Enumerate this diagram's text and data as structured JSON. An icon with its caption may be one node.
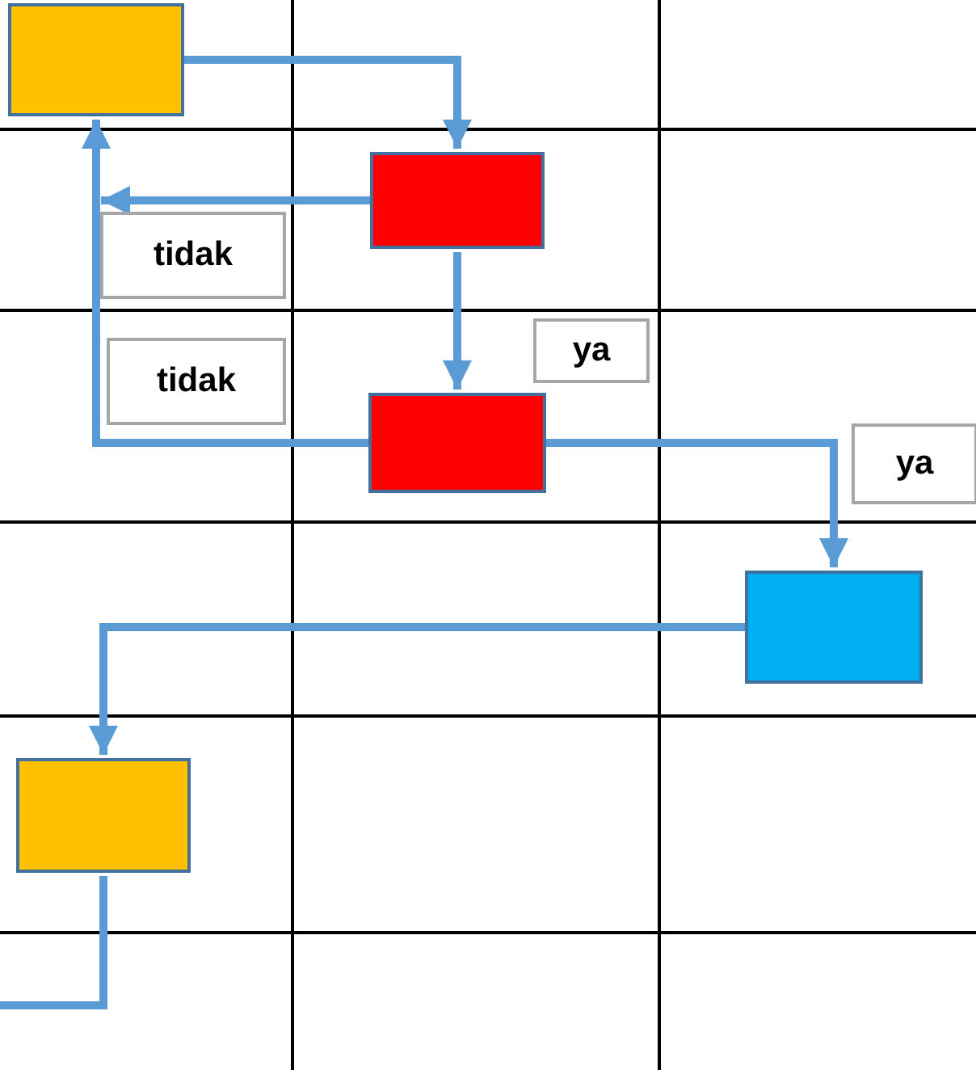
{
  "diagram": {
    "nodes": [
      {
        "text": [],
        "shape": "box"
      },
      {
        "text": [],
        "shape": "box"
      },
      {
        "text": [],
        "shape": "box"
      },
      {
        "text": [],
        "shape": "box"
      },
      {
        "text": [],
        "shape": "box"
      }
    ],
    "edges": [
      {
        "from": 0,
        "to": 1,
        "arrow": "to"
      },
      {
        "from": 1,
        "to": 0,
        "arrow": "to",
        "label": "tidak"
      },
      {
        "from": 1,
        "to": 2,
        "arrow": "to",
        "label": "ya"
      },
      {
        "from": 2,
        "to": 0,
        "arrow": "to",
        "label": "tidak"
      },
      {
        "from": 2,
        "to": 3,
        "arrow": "to",
        "label": "ya"
      },
      {
        "from": 3,
        "to": 4,
        "arrow": "to"
      },
      {
        "from": 4,
        "to": null,
        "arrow": "none"
      }
    ]
  }
}
